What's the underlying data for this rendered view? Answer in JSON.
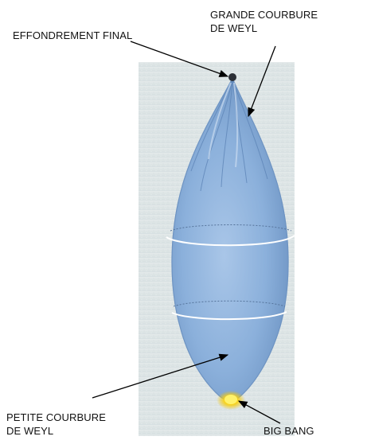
{
  "diagram": {
    "labels": {
      "final_collapse": "EFFONDREMENT FINAL",
      "large_weyl_line1": "GRANDE COURBURE",
      "large_weyl_line2": "DE WEYL",
      "small_weyl_line1": "PETITE COURBURE",
      "small_weyl_line2": "DE WEYL",
      "big_bang": "BIG BANG"
    },
    "colors": {
      "background_panel": "#dfe6e7",
      "balloon_fill": "#8fb3dc",
      "balloon_edge": "#6d93c2",
      "big_bang_glow": "#f7d21c",
      "collapse_point": "#2b2f36",
      "arrows": "#000000"
    }
  }
}
